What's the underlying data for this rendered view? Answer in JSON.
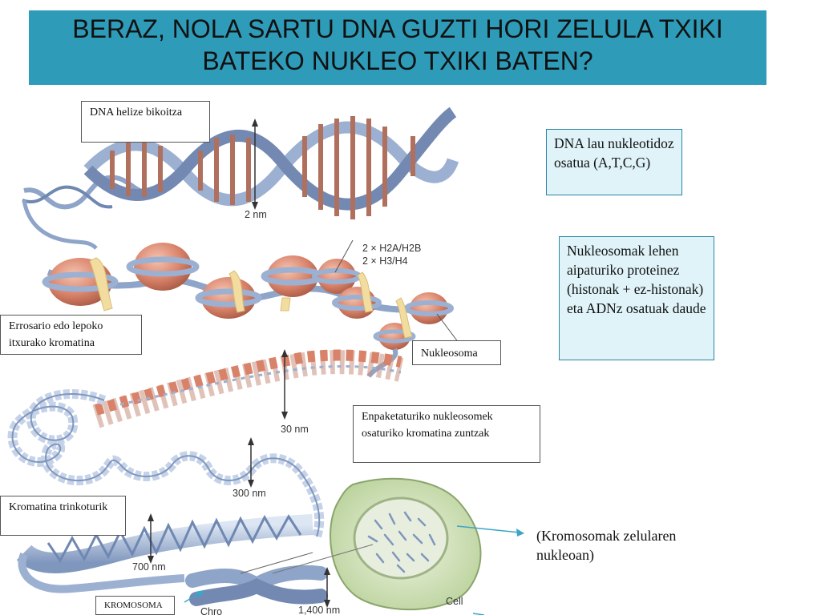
{
  "slide": {
    "title_line1": "BERAZ, NOLA SARTU DNA GUZTI HORI ZELULA TXIKI",
    "title_line2": "BATEKO NUKLEO TXIKI BATEN?"
  },
  "labels": {
    "dna_double_helix": "DNA helize bikoitza",
    "bead_chromatin": "Errosario edo lepoko itxurako kromatina",
    "nucleosome": "Nukleosoma",
    "packed_fibers": "Enpaketaturiko nukleosomek osaturiko kromatina zuntzak",
    "condensed_chromatin": "Kromatina trinkoturik",
    "chromosome": "KROMOSOMA"
  },
  "notes": {
    "dna_nucleotides": "DNA lau nukleotidoz osatua (A,T,C,G)",
    "nucleosome_composition": "Nukleosomak lehen aipaturiko proteinez (histonak + ez-histonak) eta ADNz osatuak daude",
    "chromosomes_in_nucleus": "(Kromosomak zelularen nukleoan)"
  },
  "figure_text": {
    "histones_line1": "2 × H2A/H2B",
    "histones_line2": "2 × H3/H4",
    "scale_2nm": "2 nm",
    "scale_30nm": "30 nm",
    "scale_300nm": "300 nm",
    "scale_700nm": "700 nm",
    "scale_1400nm": "1,400 nm",
    "cell": "Cell",
    "chromosome_partial": "Chro"
  },
  "colors": {
    "title_bar": "#2e9cb9",
    "note_fill": "#dff3f8",
    "note_border": "#2a86a2",
    "helix_blue": "#8ea4c8",
    "histone_salmon": "#d9826a",
    "linker_yellow": "#f2dca0",
    "cell_green": "#cfe0b5"
  }
}
